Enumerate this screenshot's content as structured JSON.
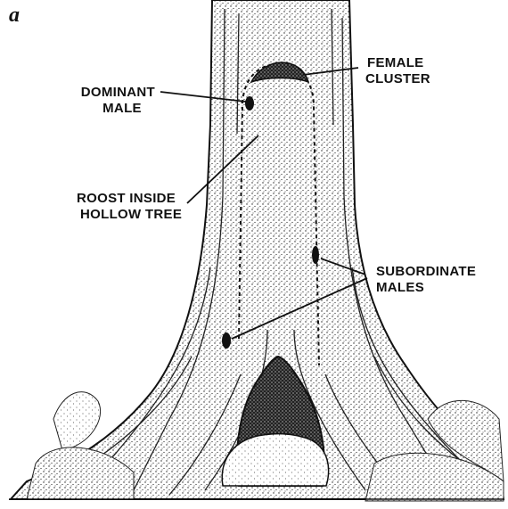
{
  "figure": {
    "panel_letter": "a",
    "labels": {
      "female_cluster_line1": "FEMALE",
      "female_cluster_line2": "CLUSTER",
      "dominant_male_line1": "DOMINANT",
      "dominant_male_line2": "MALE",
      "roost_line1": "ROOST INSIDE",
      "roost_line2": "HOLLOW TREE",
      "subordinate_line1": "SUBORDINATE",
      "subordinate_line2": "MALES"
    }
  }
}
